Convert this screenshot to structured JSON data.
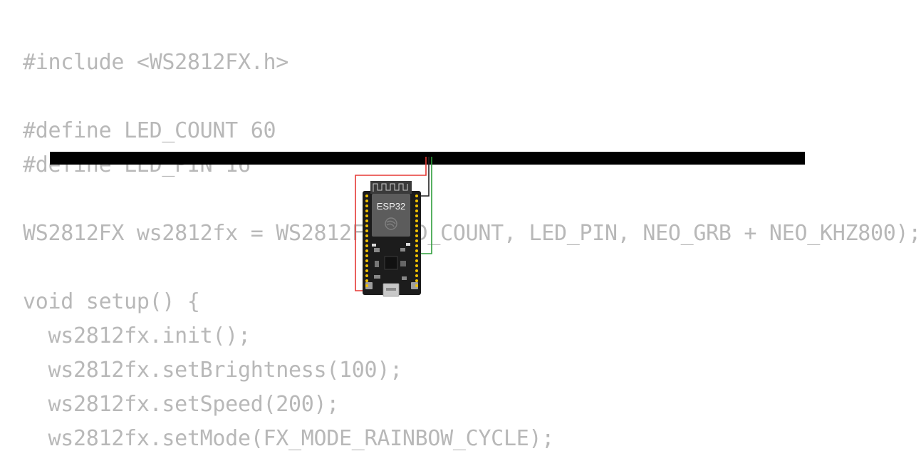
{
  "code": {
    "lines": [
      "#include <WS2812FX.h>",
      "",
      "#define LED_COUNT 60",
      "#define LED_PIN 16",
      "",
      "WS2812FX ws2812fx = WS2812FX(LED_COUNT, LED_PIN, NEO_GRB + NEO_KHZ800);",
      "",
      "void setup() {",
      "  ws2812fx.init();",
      "  ws2812fx.setBrightness(100);",
      "  ws2812fx.setSpeed(200);",
      "  ws2812fx.setMode(FX_MODE_RAINBOW_CYCLE);"
    ]
  },
  "board": {
    "label": "ESP32"
  },
  "colors": {
    "code_text": "#b8b8b8",
    "strip": "#000000",
    "wire_red": "#e53935",
    "wire_green": "#2e9d3a",
    "wire_black": "#222222",
    "board_pcb": "#1c1c1c",
    "pins": "#f2c200"
  }
}
